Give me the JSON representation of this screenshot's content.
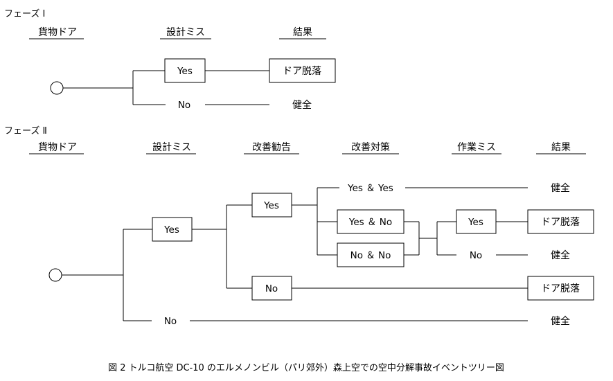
{
  "phase1": {
    "label": "フェーズ Ⅰ",
    "headers": [
      "貨物ドア",
      "設計ミス",
      "結果"
    ],
    "yes": "Yes",
    "no": "No",
    "result_door": "ドア脱落",
    "result_ok": "健全"
  },
  "phase2": {
    "label": "フェーズ Ⅱ",
    "headers": [
      "貨物ドア",
      "設計ミス",
      "改善勧告",
      "改善対策",
      "作業ミス",
      "結果"
    ],
    "design_yes": "Yes",
    "design_no": "No",
    "rec_yes": "Yes",
    "rec_no": "No",
    "meas_yy": "Yes ＆ Yes",
    "meas_yn": "Yes ＆ No",
    "meas_nn": "No ＆ No",
    "work_yes": "Yes",
    "work_no": "No",
    "results": [
      "健全",
      "ドア脱落",
      "健全",
      "ドア脱落",
      "健全"
    ]
  },
  "caption": "図 2 トルコ航空 DC-10 のエルメノンビル（パリ郊外）森上空での空中分解事故イベントツリー図"
}
